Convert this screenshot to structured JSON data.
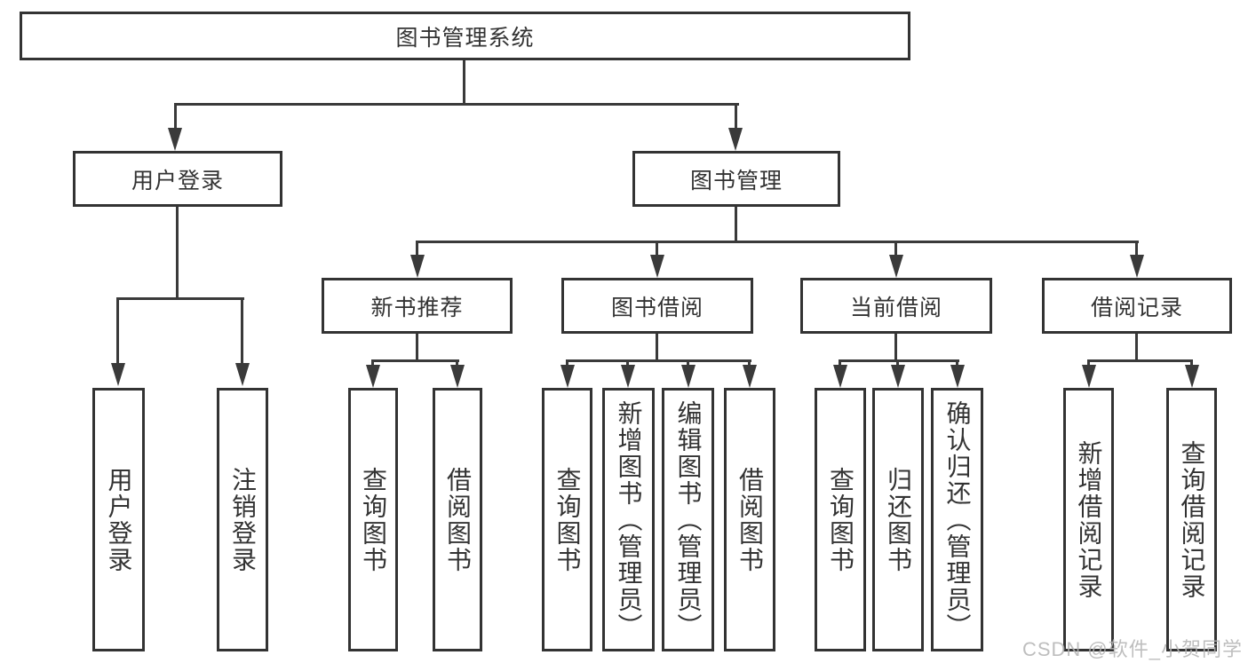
{
  "tree": {
    "root": {
      "label": "图书管理系统"
    },
    "user_branch": {
      "label": "用户登录",
      "children": [
        "用户登录",
        "注销登录"
      ]
    },
    "mgmt_branch": {
      "label": "图书管理"
    },
    "modules": [
      {
        "label": "新书推荐",
        "children": [
          "查询图书",
          "借阅图书"
        ]
      },
      {
        "label": "图书借阅",
        "children": [
          "查询图书",
          "新增图书（管理员）",
          "编辑图书（管理员）",
          "借阅图书"
        ]
      },
      {
        "label": "当前借阅",
        "children": [
          "查询图书",
          "归还图书",
          "确认归还（管理员）"
        ]
      },
      {
        "label": "借阅记录",
        "children": [
          "新增借阅记录",
          "查询借阅记录"
        ]
      }
    ]
  },
  "watermark": {
    "text": "CSDN @软件_小贺同学"
  },
  "colors": {
    "line": "#3a3a3a",
    "border": "#333333",
    "text": "#333333",
    "watermark": "#b3b3b3",
    "background": "#ffffff"
  }
}
